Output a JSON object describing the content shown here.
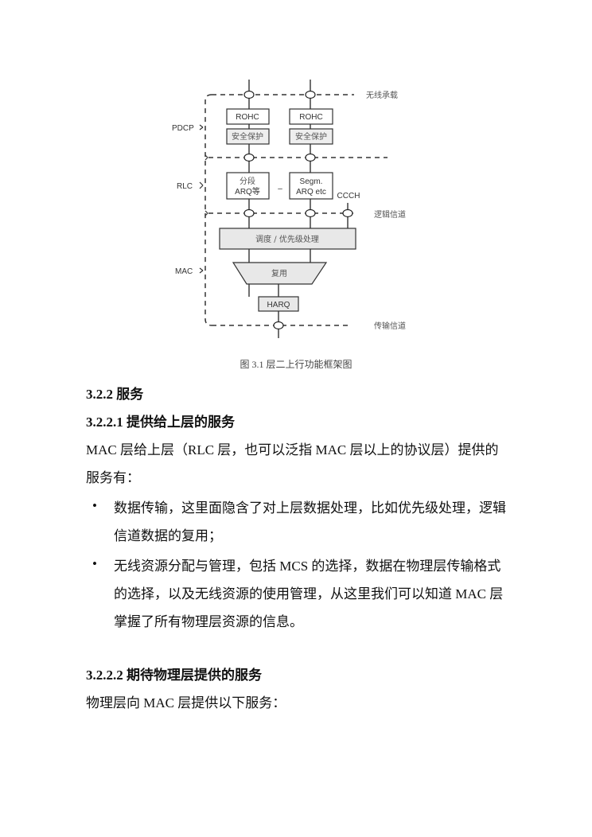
{
  "figure": {
    "layers": {
      "pdcp": "PDCP",
      "rlc": "RLC",
      "mac": "MAC"
    },
    "channels": {
      "radio_bearer": "无线承载",
      "logical": "逻辑信道",
      "transport": "传输信道"
    },
    "boxes": {
      "rohc_1": "ROHC",
      "rohc_2": "ROHC",
      "security_1": "安全保护",
      "security_2": "安全保护",
      "rlc_1_line1": "分段",
      "rlc_1_line2": "ARQ等",
      "rlc_2_line1": "Segm.",
      "rlc_2_line2": "ARQ etc",
      "dash": "–",
      "ccch": "CCCH",
      "scheduling": "调度 / 优先级处理",
      "mux": "复用",
      "harq": "HARQ"
    },
    "caption": "图 3.1  层二上行功能框架图"
  },
  "section": {
    "heading_322": "3.2.2  服务",
    "heading_3221": "3.2.2.1  提供给上层的服务",
    "para1_line1": "MAC 层给上层（RLC 层，也可以泛指 MAC 层以上的协议层）提供的",
    "para1_line2": "服务有：",
    "bullet1_line1": "数据传输，这里面隐含了对上层数据处理，比如优先级处理，逻辑",
    "bullet1_line2": "信道数据的复用；",
    "bullet2_line1": "无线资源分配与管理，包括 MCS 的选择，数据在物理层传输格式",
    "bullet2_line2": "的选择，以及无线资源的使用管理，从这里我们可以知道 MAC 层",
    "bullet2_line3": "掌握了所有物理层资源的信息。",
    "heading_3222": "3.2.2.2  期待物理层提供的服务",
    "para2_line1": "物理层向 MAC 层提供以下服务："
  }
}
